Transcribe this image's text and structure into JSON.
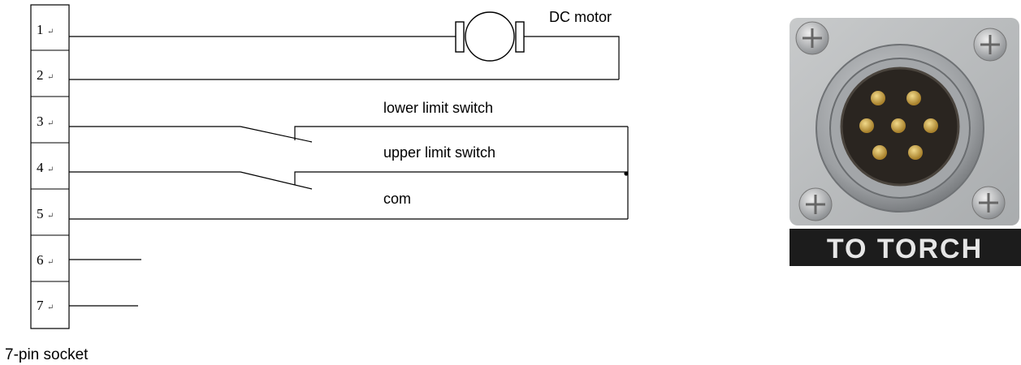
{
  "socket": {
    "caption": "7-pin socket",
    "return_mark": "↵",
    "pins": [
      {
        "label": "1"
      },
      {
        "label": "2"
      },
      {
        "label": "3"
      },
      {
        "label": "4"
      },
      {
        "label": "5"
      },
      {
        "label": "6"
      },
      {
        "label": "7"
      }
    ]
  },
  "components": {
    "motor_label": "DC motor",
    "lower_switch_label": "lower limit switch",
    "upper_switch_label": "upper limit switch",
    "com_label": "com"
  },
  "photo": {
    "plate_text": "TO TORCH",
    "connector_pin_count": 7,
    "colors": {
      "panel": "#b9bcbe",
      "plate": "#1c1c1c",
      "plate_text": "#e6e6e6",
      "pin_gold": "#c9a24a",
      "socket_dark": "#2a2520"
    }
  }
}
